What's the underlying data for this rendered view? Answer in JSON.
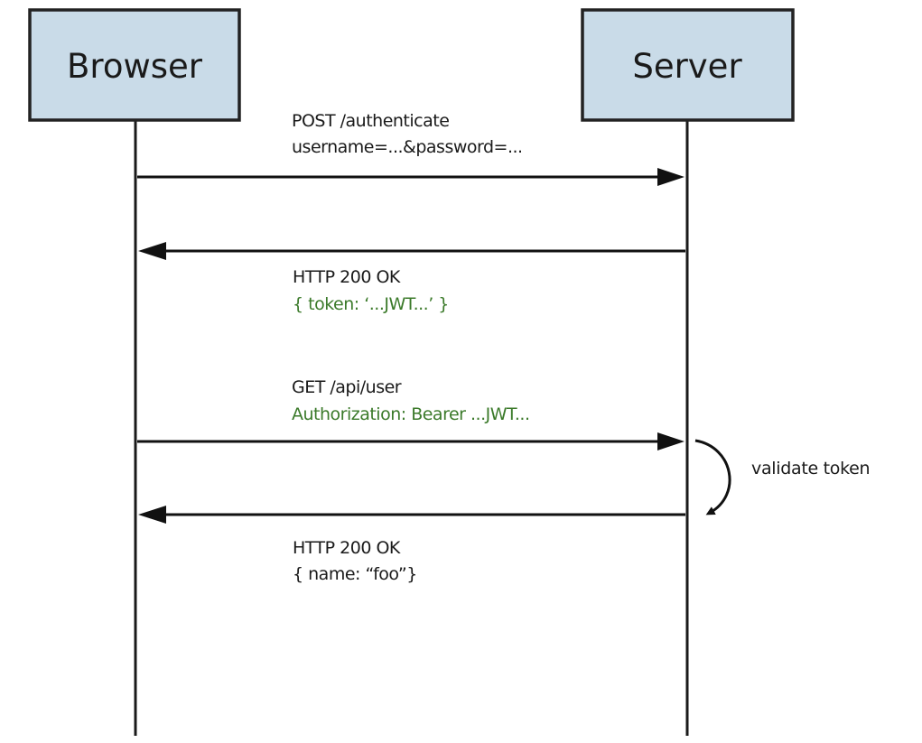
{
  "actors": {
    "browser": {
      "label": "Browser"
    },
    "server": {
      "label": "Server"
    }
  },
  "messages": [
    {
      "direction": "browser-to-server",
      "line1": "POST /authenticate",
      "line2": "username=...&password=...",
      "line2_color": "#1a1a1a"
    },
    {
      "direction": "server-to-browser",
      "line1": "HTTP 200 OK",
      "line2": "{ token: ‘...JWT...’ }",
      "line2_color": "#3b7a2a"
    },
    {
      "direction": "browser-to-server",
      "line1": "GET /api/user",
      "line2": "Authorization: Bearer ...JWT...",
      "line2_color": "#3b7a2a"
    },
    {
      "direction": "server-to-browser",
      "line1": "HTTP 200 OK",
      "line2": "{ name: “foo”}",
      "line2_color": "#1a1a1a"
    }
  ],
  "self_note": {
    "label": "validate token"
  },
  "colors": {
    "actor_fill": "#c9dbe8",
    "line": "#111111",
    "highlight_text": "#3b7a2a"
  }
}
